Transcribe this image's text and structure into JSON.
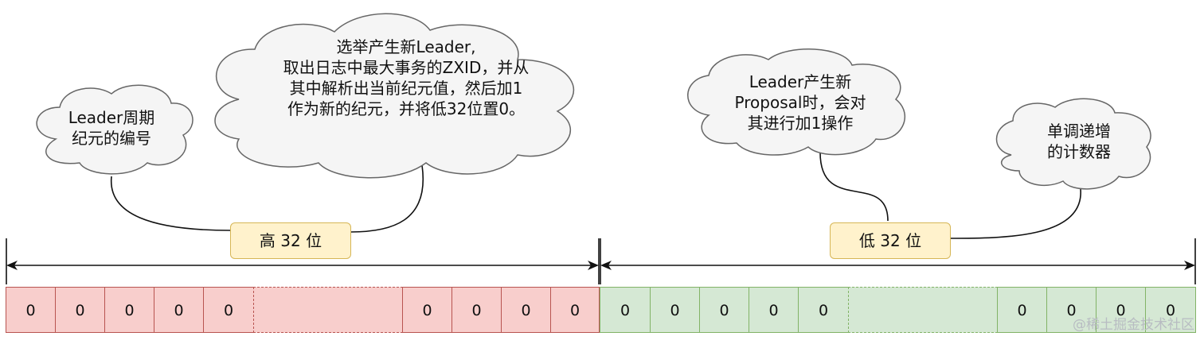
{
  "clouds": {
    "leader_epoch": {
      "lines": [
        "Leader周期",
        "纪元的编号"
      ]
    },
    "elect_leader": {
      "lines": [
        "选举产生新Leader,",
        "取出日志中最大事务的ZXID，并从",
        "其中解析出当前纪元值，然后加1",
        "作为新的纪元，并将低32位置0。"
      ]
    },
    "proposal": {
      "lines": [
        "Leader产生新",
        "Proposal时，会对",
        "其进行加1操作"
      ]
    },
    "counter": {
      "lines": [
        "单调递增",
        "的计数器"
      ]
    }
  },
  "labels": {
    "high": "高 32 位",
    "low": "低 32 位"
  },
  "bits": {
    "high_left": [
      "0",
      "0",
      "0",
      "0",
      "0"
    ],
    "high_right": [
      "0",
      "0",
      "0",
      "0"
    ],
    "low_left": [
      "0",
      "0",
      "0",
      "0",
      "0"
    ],
    "low_right": [
      "0",
      "0",
      "0",
      "0"
    ]
  },
  "colors": {
    "high_fill": "#f8cecc",
    "high_stroke": "#b85450",
    "low_fill": "#d5e8d4",
    "low_stroke": "#82b366",
    "label_fill": "#fff2cc",
    "label_stroke": "#d6b656"
  },
  "watermark": "@稀土掘金技术社区"
}
